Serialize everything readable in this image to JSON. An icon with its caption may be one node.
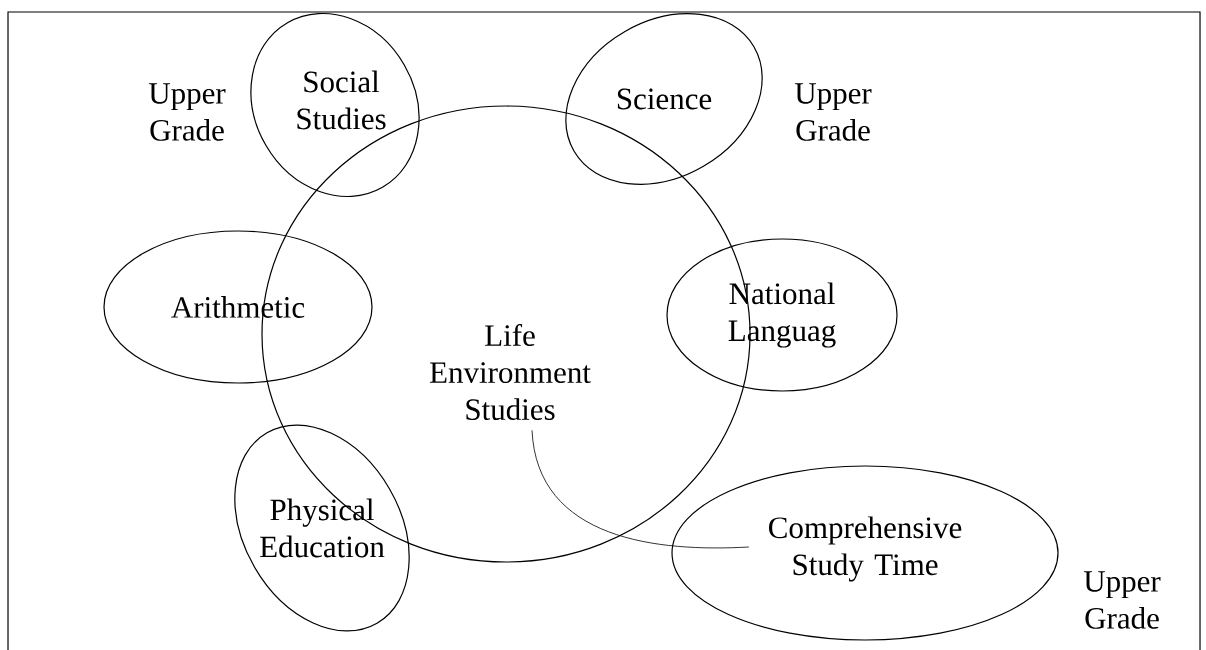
{
  "diagram": {
    "nodes": [
      {
        "text": [
          "Life Environment Studies"
        ]
      },
      {
        "text": [
          "Social Studies"
        ],
        "beside": [
          "Upper Grade"
        ]
      },
      {
        "text": [
          "Science"
        ],
        "beside": [
          "Upper Grade"
        ]
      },
      {
        "text": [
          "Arithmetic"
        ]
      },
      {
        "text": [
          "National Languag"
        ]
      },
      {
        "text": [
          "Physical Education"
        ]
      },
      {
        "text": [
          "Comprehensive Study Time"
        ],
        "beside": [
          "Upper Grade"
        ]
      }
    ],
    "edges": [
      {
        "from": 0,
        "to": 6,
        "arrow": "none"
      }
    ]
  }
}
